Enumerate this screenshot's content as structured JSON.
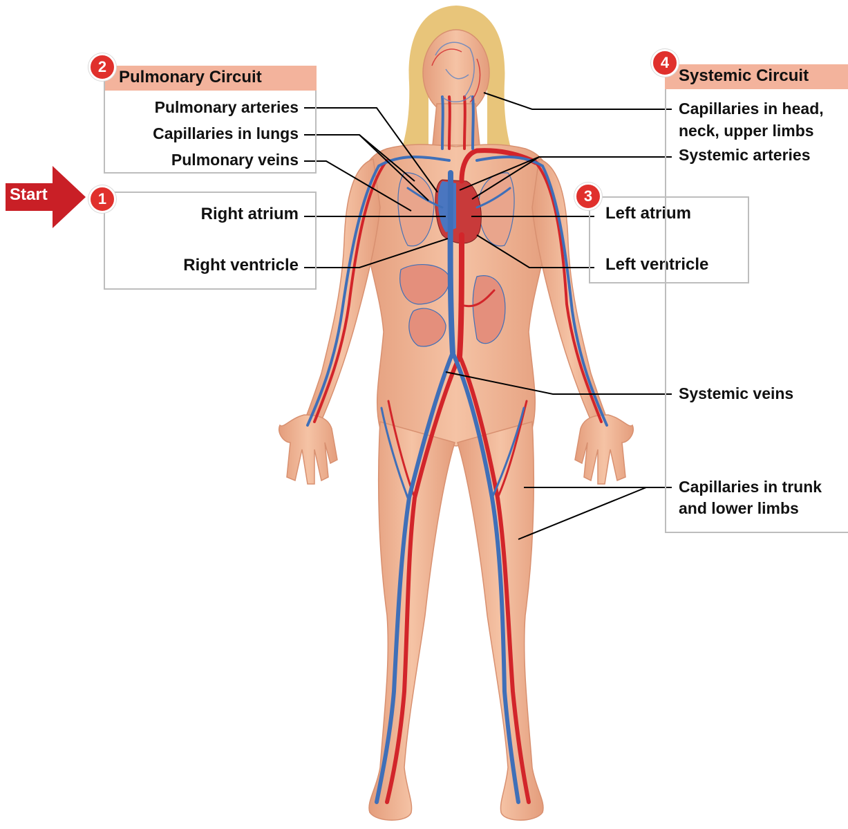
{
  "start_label": "Start",
  "pulmonary": {
    "step": "2",
    "title": "Pulmonary Circuit",
    "labels": [
      "Pulmonary arteries",
      "Capillaries in lungs",
      "Pulmonary veins"
    ]
  },
  "right_heart": {
    "step": "1",
    "labels": [
      "Right atrium",
      "Right ventricle"
    ]
  },
  "left_heart": {
    "step": "3",
    "labels": [
      "Left atrium",
      "Left ventricle"
    ]
  },
  "systemic": {
    "step": "4",
    "title": "Systemic Circuit",
    "head_line1": "Capillaries in head,",
    "head_line2": "neck, upper limbs",
    "arteries": "Systemic arteries",
    "veins": "Systemic veins",
    "trunk_line1": "Capillaries in trunk",
    "trunk_line2": "and lower limbs"
  },
  "colors": {
    "artery": "#d2252a",
    "vein": "#3f6fb8",
    "skin": "#f0b394",
    "hair": "#e8c57a",
    "header": "#f3b39c",
    "badge": "#e0302c",
    "start_arrow": "#c91f26"
  }
}
